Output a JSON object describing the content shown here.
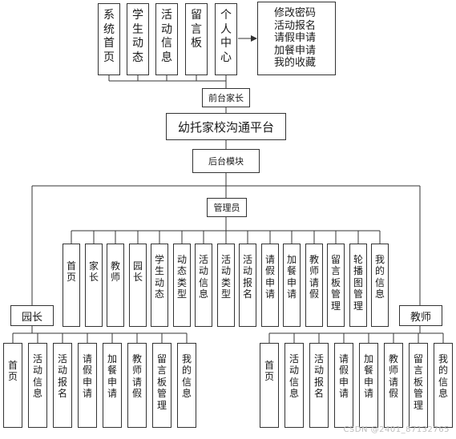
{
  "diagram": {
    "front_header": "前台家长",
    "platform": "幼托家校沟通平台",
    "backend": "后台模块",
    "admin": "管理员",
    "director": "园长",
    "teacher": "教师",
    "front_items": [
      [
        "系",
        "统",
        "首",
        "页"
      ],
      [
        "学",
        "生",
        "动",
        "态"
      ],
      [
        "活",
        "动",
        "信",
        "息"
      ],
      [
        "留",
        "言",
        "板"
      ],
      [
        "个",
        "人",
        "中",
        "心"
      ]
    ],
    "personal_center_functions": [
      "修改密码",
      "活动报名",
      "请假申请",
      "加餐申请",
      "我的收藏"
    ],
    "admin_items": [
      [
        "首",
        "页"
      ],
      [
        "家",
        "长"
      ],
      [
        "教",
        "师"
      ],
      [
        "园",
        "长"
      ],
      [
        "学",
        "生",
        "动",
        "态"
      ],
      [
        "动",
        "态",
        "类",
        "型"
      ],
      [
        "活",
        "动",
        "信",
        "息"
      ],
      [
        "活",
        "动",
        "类",
        "型"
      ],
      [
        "活",
        "动",
        "报",
        "名"
      ],
      [
        "请",
        "假",
        "申",
        "请"
      ],
      [
        "加",
        "餐",
        "申",
        "请"
      ],
      [
        "教",
        "师",
        "请",
        "假"
      ],
      [
        "留",
        "言",
        "板",
        "管",
        "理"
      ],
      [
        "轮",
        "播",
        "图",
        "管",
        "理"
      ],
      [
        "我",
        "的",
        "信",
        "息"
      ]
    ],
    "director_items": [
      [
        "首",
        "页"
      ],
      [
        "活",
        "动",
        "信",
        "息"
      ],
      [
        "活",
        "动",
        "报",
        "名"
      ],
      [
        "请",
        "假",
        "申",
        "请"
      ],
      [
        "加",
        "餐",
        "申",
        "请"
      ],
      [
        "教",
        "师",
        "请",
        "假"
      ],
      [
        "留",
        "言",
        "板",
        "管",
        "理"
      ],
      [
        "我",
        "的",
        "信",
        "息"
      ]
    ],
    "teacher_items": [
      [
        "首",
        "页"
      ],
      [
        "活",
        "动",
        "信",
        "息"
      ],
      [
        "活",
        "动",
        "报",
        "名"
      ],
      [
        "请",
        "假",
        "申",
        "请"
      ],
      [
        "加",
        "餐",
        "申",
        "请"
      ],
      [
        "教",
        "师",
        "请",
        "假"
      ],
      [
        "留",
        "言",
        "板",
        "管",
        "理"
      ],
      [
        "我",
        "的",
        "信",
        "息"
      ]
    ],
    "watermark": "CSDN @2401_87132765"
  }
}
